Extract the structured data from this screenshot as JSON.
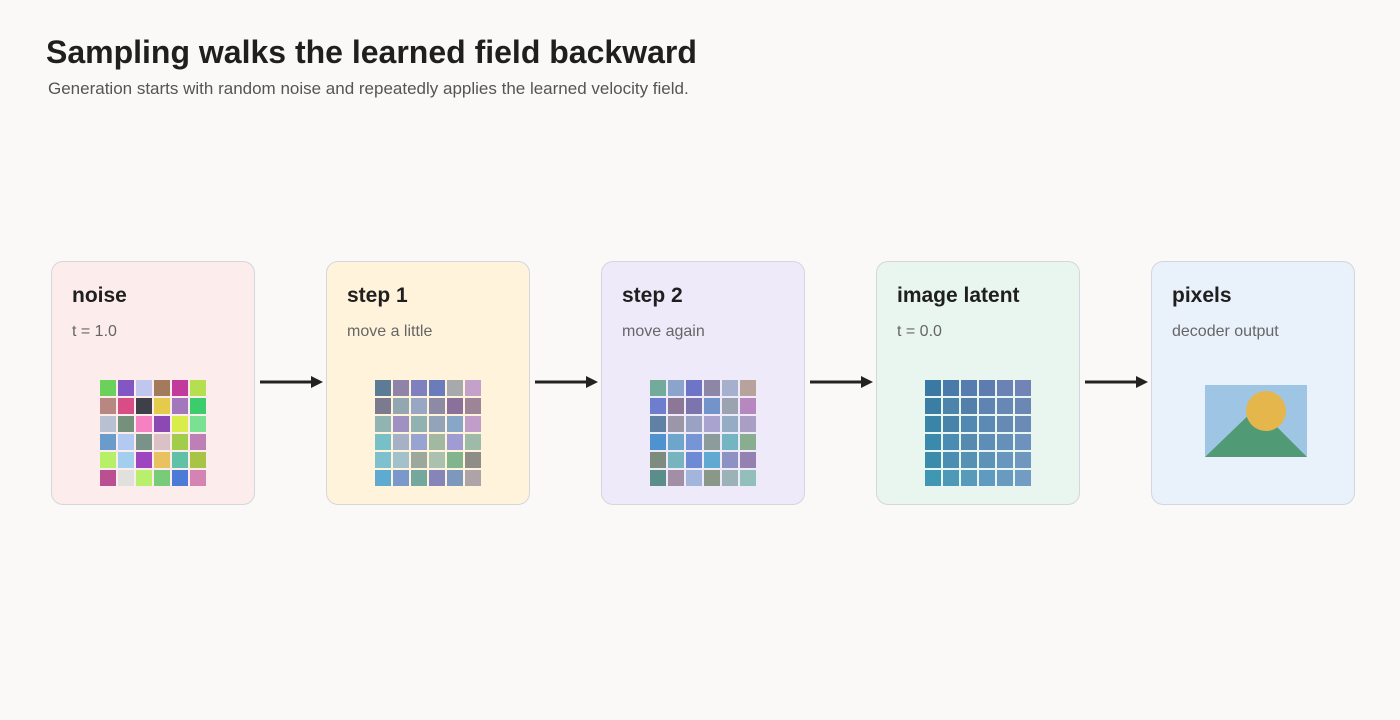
{
  "title": "Sampling walks the learned field backward",
  "subtitle": "Generation starts with random noise and repeatedly applies the learned velocity field.",
  "stages": [
    {
      "title": "noise",
      "subtitle": "t = 1.0",
      "background": "#fdecec",
      "grid": [
        [
          "#6cd05c",
          "#8257c4",
          "#c0c6ee",
          "#a47a5c",
          "#c23a9b",
          "#b5df4e"
        ],
        [
          "#b88781",
          "#d94d86",
          "#3f3f49",
          "#e4cc4a",
          "#a377bb",
          "#3bcc6c"
        ],
        [
          "#b7c1d2",
          "#76917b",
          "#f580c2",
          "#8c48b3",
          "#d8ec4a",
          "#7ae192"
        ],
        [
          "#6a9ccb",
          "#b2c9f1",
          "#799389",
          "#d9c1c6",
          "#a2cd4b",
          "#bd7fb5"
        ],
        [
          "#b5f068",
          "#a2cfee",
          "#9d46c0",
          "#e9c260",
          "#61c1a6",
          "#a7c444"
        ],
        [
          "#ba4f92",
          "#e2e0dc",
          "#b8f06e",
          "#78cb78",
          "#4b7ad7",
          "#d583b2"
        ]
      ]
    },
    {
      "title": "step 1",
      "subtitle": "move a little",
      "background": "#fff3dc",
      "grid": [
        [
          "#5c7c96",
          "#8f83a7",
          "#7f80c0",
          "#6b7cbd",
          "#a8a9ac",
          "#c4a1c8"
        ],
        [
          "#7c7a8e",
          "#93a7b1",
          "#97a7c4",
          "#8d8aa6",
          "#8a719b",
          "#9e8497"
        ],
        [
          "#91b4b2",
          "#a091c3",
          "#92b2b1",
          "#93a3b8",
          "#88a6c8",
          "#c19dc9"
        ],
        [
          "#78c0c7",
          "#a5b1c6",
          "#97a4d2",
          "#a1b9a0",
          "#9e9cd3",
          "#9ebba9"
        ],
        [
          "#7fc0ce",
          "#a2c1cb",
          "#9ca89b",
          "#a9c1ae",
          "#82b48d",
          "#8e8d88"
        ],
        [
          "#5eaad0",
          "#7b98ca",
          "#74a79d",
          "#8585ba",
          "#7c98bc",
          "#aea3a8"
        ]
      ]
    },
    {
      "title": "step 2",
      "subtitle": "move again",
      "background": "#efeafa",
      "grid": [
        [
          "#72aa9b",
          "#8aa4cc",
          "#6e74c6",
          "#8c87a5",
          "#a4b0cc",
          "#b7a29c"
        ],
        [
          "#6c7ecd",
          "#8c7797",
          "#7c74ac",
          "#7294c9",
          "#9ba2b2",
          "#b788c0"
        ],
        [
          "#6181a4",
          "#9c97a8",
          "#99a2c2",
          "#a8a4cf",
          "#95acc5",
          "#a99ec3"
        ],
        [
          "#4e93cf",
          "#6ea5ca",
          "#7595d6",
          "#8b9c9b",
          "#73b5c0",
          "#88ad8f"
        ],
        [
          "#7c8d80",
          "#78b4be",
          "#6d8ad4",
          "#60a9d1",
          "#8d91c3",
          "#9580b2"
        ],
        [
          "#5b8d8a",
          "#a28fa6",
          "#a2b5dd",
          "#8a9987",
          "#9bb2b7",
          "#92bfba"
        ]
      ]
    },
    {
      "title": "image latent",
      "subtitle": "t = 0.0",
      "background": "#e9f5ef",
      "grid": [
        [
          "#3a79a4",
          "#4a7aaa",
          "#577db0",
          "#5f7cb0",
          "#6a82b4",
          "#7283b6"
        ],
        [
          "#3a7ea6",
          "#4c84ac",
          "#537fab",
          "#5f83b3",
          "#6787b4",
          "#6b88b4"
        ],
        [
          "#3a84a8",
          "#4983aa",
          "#5289b3",
          "#5d8ab4",
          "#668ab4",
          "#6b8bb4"
        ],
        [
          "#3a8aae",
          "#4b8cb2",
          "#568ab0",
          "#5e8db8",
          "#6590ba",
          "#6c92bd"
        ],
        [
          "#3b8cab",
          "#4b8eb2",
          "#5691b4",
          "#5e93b8",
          "#6896be",
          "#7097be"
        ],
        [
          "#3f97b4",
          "#4e98b8",
          "#589ab9",
          "#5f9ac0",
          "#699ac0",
          "#729dc2"
        ]
      ]
    },
    {
      "title": "pixels",
      "subtitle": "decoder output",
      "background": "#e9f1fb",
      "picture": {
        "sky": "#9ec6e4",
        "sun": "#e5b64b",
        "hill": "#509b75"
      }
    }
  ],
  "colors": {
    "card_border": "#d3d6dc",
    "arrow": "#222222"
  }
}
